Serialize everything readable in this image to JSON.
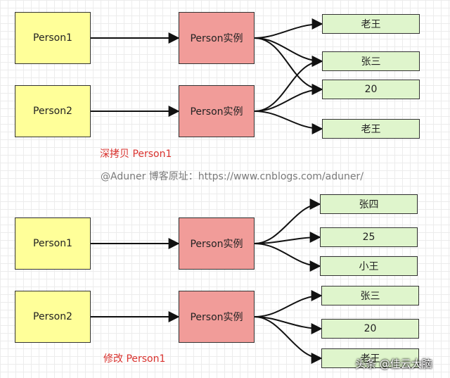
{
  "top": {
    "person1": "Person1",
    "person2": "Person2",
    "instance1": "Person实例",
    "instance2": "Person实例",
    "values": [
      "老王",
      "张三",
      "20",
      "老王"
    ],
    "caption": "深拷贝 Person1"
  },
  "credit": "@Aduner 博客原址：https://www.cnblogs.com/aduner/",
  "bottom": {
    "person1": "Person1",
    "person2": "Person2",
    "instance1": "Person实例",
    "instance2": "Person实例",
    "values1": [
      "张四",
      "25",
      "小王"
    ],
    "values2": [
      "张三",
      "20",
      "老王"
    ],
    "caption": "修改 Person1"
  },
  "watermark": "头条 @佳云大脑",
  "colors": {
    "person_fill": "#ffff99",
    "instance_fill": "#f19c99",
    "value_fill": "#dff5cc",
    "caption_text": "#d9322e"
  }
}
